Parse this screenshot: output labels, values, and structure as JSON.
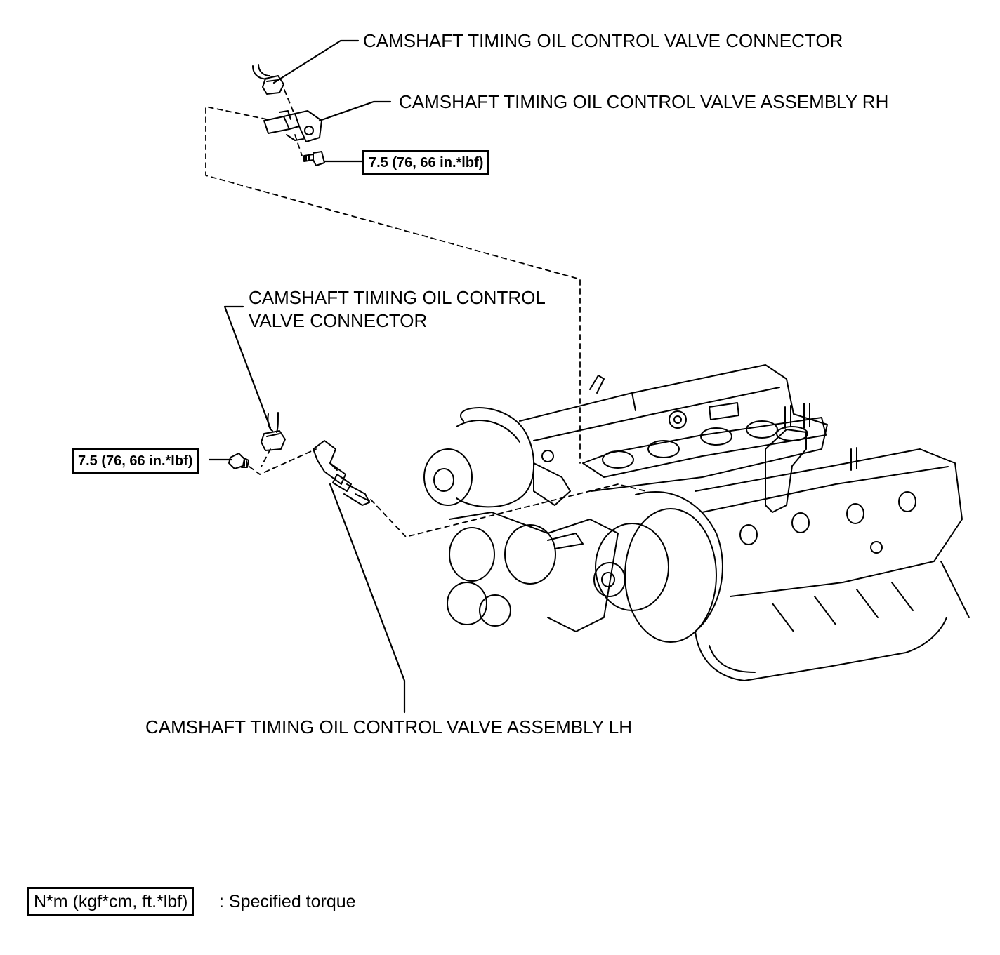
{
  "labels": {
    "rh_connector": "CAMSHAFT TIMING OIL CONTROL VALVE CONNECTOR",
    "rh_assembly": "CAMSHAFT TIMING OIL CONTROL VALVE ASSEMBLY RH",
    "lh_connector_line1": "CAMSHAFT TIMING OIL CONTROL",
    "lh_connector_line2": "VALVE CONNECTOR",
    "lh_assembly": "CAMSHAFT TIMING OIL CONTROL VALVE ASSEMBLY LH"
  },
  "torque": {
    "rh_bolt": "7.5 (76, 66 in.*lbf)",
    "lh_bolt": "7.5 (76, 66 in.*lbf)"
  },
  "legend": {
    "unit_box": "N*m (kgf*cm, ft.*lbf)",
    "description": ": Specified torque"
  }
}
